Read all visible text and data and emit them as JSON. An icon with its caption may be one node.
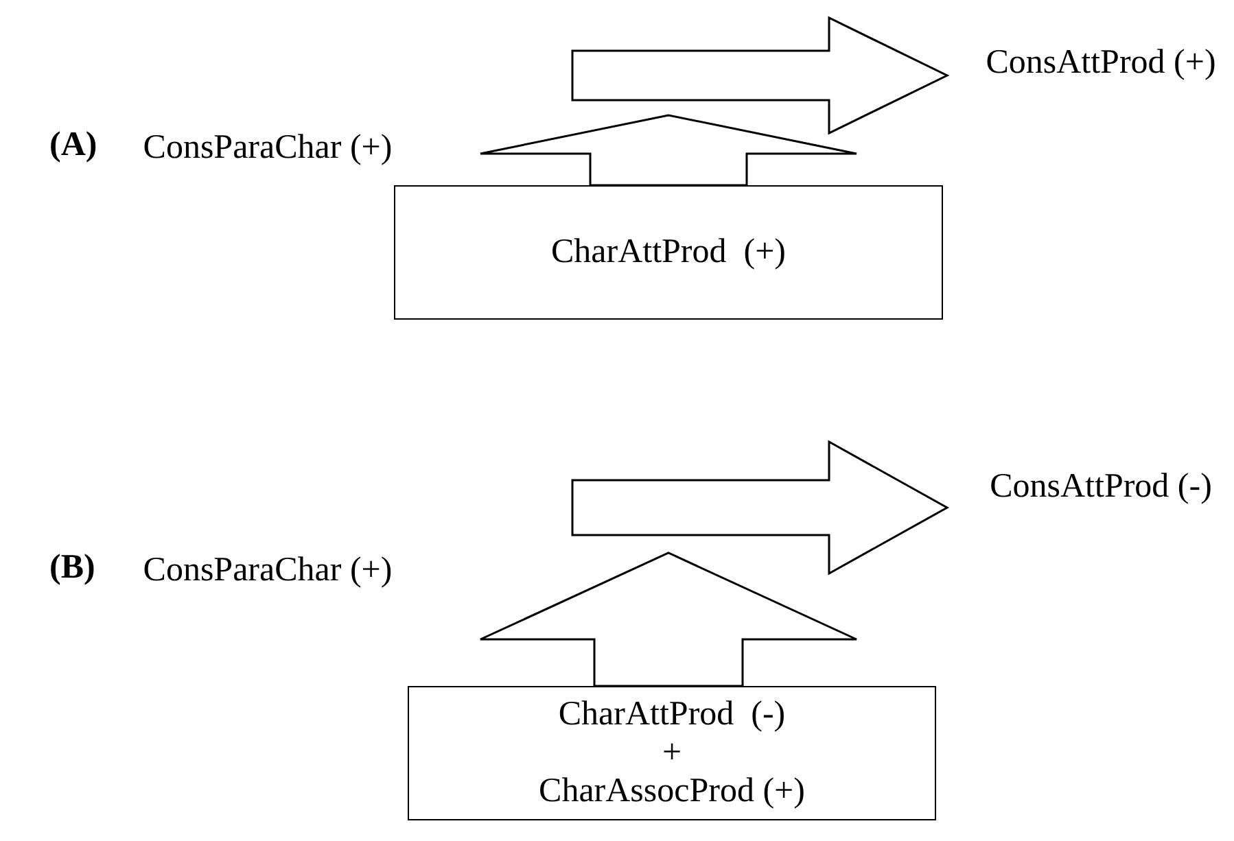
{
  "diagram": {
    "nodes": [
      {
        "text": [
          "ConsParaChar (+)"
        ]
      },
      {
        "text": [
          "ConsAttProd (+)"
        ]
      },
      {
        "text": [
          "CharAttProd  (+)"
        ]
      },
      {
        "text": [
          "ConsParaChar (+)"
        ]
      },
      {
        "text": [
          "ConsAttProd (-)"
        ]
      },
      {
        "text": [
          "CharAttProd  (-)",
          "+",
          "CharAssocProd (+)"
        ]
      }
    ],
    "edges": [
      {
        "from": 0,
        "to": 1,
        "arrow": "to"
      },
      {
        "from": 2,
        "to": null,
        "arrow": "to"
      },
      {
        "from": 3,
        "to": 4,
        "arrow": "to"
      },
      {
        "from": 5,
        "to": null,
        "arrow": "to"
      }
    ],
    "labels": [
      "(A)",
      "(B)"
    ]
  }
}
